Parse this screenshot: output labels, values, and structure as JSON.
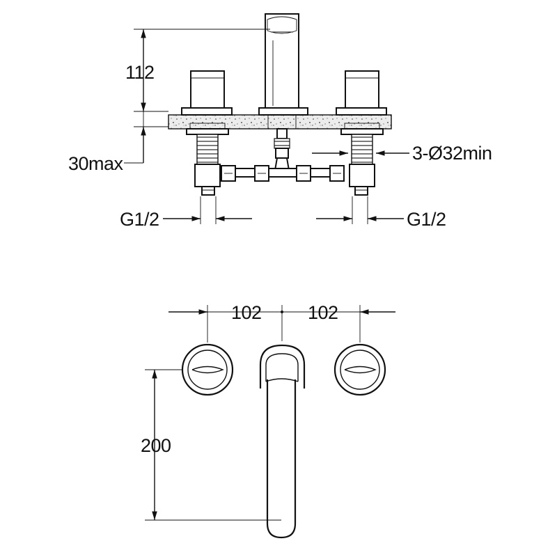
{
  "elevation": {
    "spout_height": "112",
    "deck_thickness": "30max",
    "hole_diameter": "3-Ø32min",
    "inlet_left": "G1/2",
    "inlet_right": "G1/2"
  },
  "plan": {
    "spacing_left": "102",
    "spacing_right": "102",
    "spout_reach": "200"
  },
  "colors": {
    "line": "#111111",
    "background": "#ffffff",
    "deck_fill": "#e8e8e8"
  }
}
